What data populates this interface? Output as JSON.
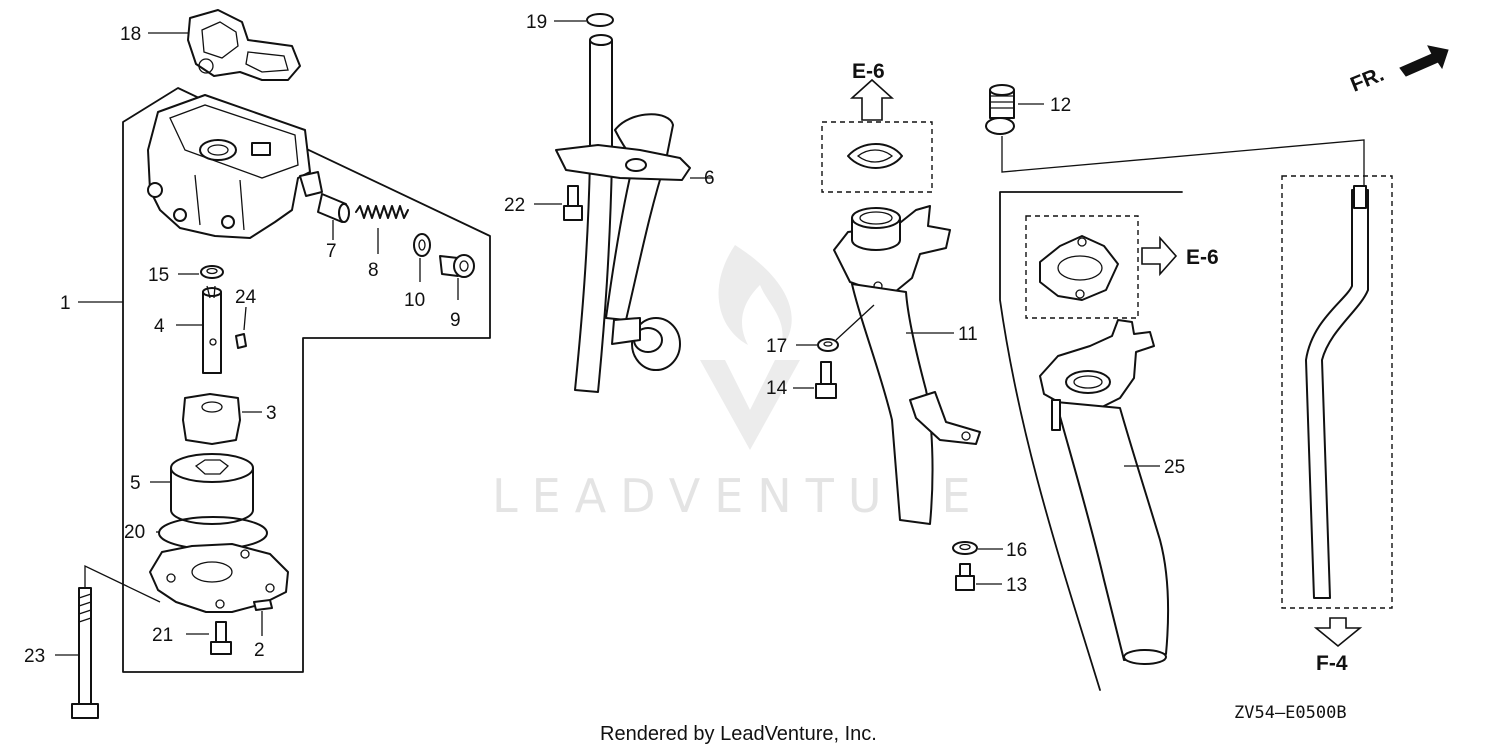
{
  "diagram": {
    "callouts": {
      "c1": "1",
      "c2": "2",
      "c3": "3",
      "c4": "4",
      "c5": "5",
      "c6": "6",
      "c7": "7",
      "c8": "8",
      "c9": "9",
      "c10": "10",
      "c11": "11",
      "c12": "12",
      "c13": "13",
      "c14": "14",
      "c15": "15",
      "c16": "16",
      "c17": "17",
      "c18": "18",
      "c19": "19",
      "c20": "20",
      "c21": "21",
      "c22": "22",
      "c23": "23",
      "c24": "24",
      "c25": "25"
    },
    "references": {
      "e6_top": "E-6",
      "e6_right": "E-6",
      "f4": "F-4",
      "front": "FR."
    },
    "diagram_code": "ZV54—E0500B",
    "credit": "Rendered by LeadVenture, Inc.",
    "watermark": "LEADVENTURE"
  }
}
